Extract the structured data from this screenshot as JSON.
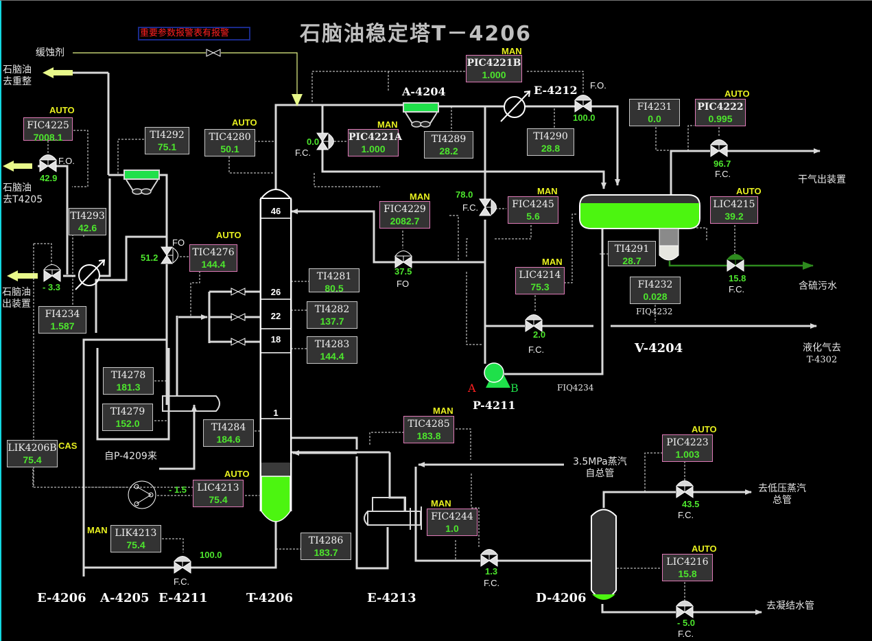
{
  "title": "石脑油稳定塔T－4206",
  "alarm_banner": "重要参数报警表有报警",
  "colors": {
    "background": "#000000",
    "pipe": "#d9d9d9",
    "signal_line": "#e6e6e6",
    "value_green": "#4de62d",
    "mode_yellow": "#e8f020",
    "controller_border": "#e07ab8",
    "indicator_border": "#c8c8c8",
    "liquid_green": "#4cf510",
    "alarm_red": "#ff2020",
    "arrow_yellow": "#e8f88a",
    "sour_water_line": "#2e8b1e",
    "pump_green": "#1fe04a"
  },
  "streams": {
    "inhibitor": "缓蚀剂",
    "naphtha_to_reformer": [
      "石脑油",
      "去重整"
    ],
    "naphtha_to_t4205": [
      "石脑油",
      "去T4205"
    ],
    "naphtha_out": [
      "石脑油",
      "出装置"
    ],
    "dry_gas_out": "干气出装置",
    "sour_water": "含硫污水",
    "lpg_to": [
      "液化气去",
      "T-4302"
    ],
    "from_p4209": "自P-4209来",
    "steam_in": [
      "3.5MPa蒸汽",
      "自总管"
    ],
    "to_lp_steam": [
      "去低压蒸汽",
      "总管"
    ],
    "to_condensate": "去凝结水管"
  },
  "equipment": {
    "e4206": "E-4206",
    "a4205": "A-4205",
    "e4211": "E-4211",
    "t4206": "T-4206",
    "e4213": "E-4213",
    "d4206": "D-4206",
    "v4204": "V-4204",
    "a4204": "A-4204",
    "e4212": "E-4212",
    "p4211": "P-4211",
    "pump_a": "A",
    "pump_b": "B",
    "fiq4234": "FIQ4234",
    "fiq4232": "FIQ4232"
  },
  "trays": [
    "46",
    "26",
    "22",
    "18",
    "1"
  ],
  "column_level_fraction": 0.75,
  "receiver_level_fraction": 0.7,
  "d4206_level_fraction": 0.05,
  "instruments": {
    "FIC4225": {
      "name": "FIC4225",
      "value": "7008.1",
      "mode": "AUTO"
    },
    "TI4292": {
      "name": "TI4292",
      "value": "75.1"
    },
    "TIC4280": {
      "name": "TIC4280",
      "value": "50.1",
      "mode": "AUTO"
    },
    "PIC4221B": {
      "name": "PIC4221B",
      "value": "1.000",
      "mode": "MAN"
    },
    "PIC4221A": {
      "name": "PIC4221A",
      "value": "1.000",
      "mode": "MAN"
    },
    "TI4289": {
      "name": "TI4289",
      "value": "28.2"
    },
    "TI4290": {
      "name": "TI4290",
      "value": "28.8"
    },
    "FI4231": {
      "name": "FI4231",
      "value": "0.0"
    },
    "PIC4222": {
      "name": "PIC4222",
      "value": "0.995",
      "mode": "AUTO"
    },
    "TI4293": {
      "name": "TI4293",
      "value": "42.6"
    },
    "TIC4276": {
      "name": "TIC4276",
      "value": "144.4",
      "mode": "AUTO"
    },
    "FIC4229": {
      "name": "FIC4229",
      "value": "2082.7",
      "mode": "MAN"
    },
    "FIC4245": {
      "name": "FIC4245",
      "value": "5.6",
      "mode": "MAN"
    },
    "LIC4215": {
      "name": "LIC4215",
      "value": "39.2",
      "mode": "AUTO"
    },
    "TI4291": {
      "name": "TI4291",
      "value": "28.7"
    },
    "FI4232": {
      "name": "FI4232",
      "value": "0.028"
    },
    "TI4281": {
      "name": "TI4281",
      "value": "80.5"
    },
    "TI4282": {
      "name": "TI4282",
      "value": "137.7"
    },
    "TI4283": {
      "name": "TI4283",
      "value": "144.4"
    },
    "LIC4214": {
      "name": "LIC4214",
      "value": "75.3",
      "mode": "MAN"
    },
    "FI4234": {
      "name": "FI4234",
      "value": "1.587"
    },
    "TI4278": {
      "name": "TI4278",
      "value": "181.3"
    },
    "TI4279": {
      "name": "TI4279",
      "value": "152.0"
    },
    "TI4284": {
      "name": "TI4284",
      "value": "184.6"
    },
    "TIC4285": {
      "name": "TIC4285",
      "value": "183.8",
      "mode": "MAN"
    },
    "LIK4206B": {
      "name": "LIK4206B",
      "value": "75.4",
      "mode": "CAS"
    },
    "LIC4213": {
      "name": "LIC4213",
      "value": "75.4",
      "mode": "AUTO"
    },
    "LIK4213": {
      "name": "LIK4213",
      "value": "75.4",
      "mode": "MAN"
    },
    "TI4286": {
      "name": "TI4286",
      "value": "183.7"
    },
    "FIC4244": {
      "name": "FIC4244",
      "value": "1.0",
      "mode": "MAN"
    },
    "PIC4223": {
      "name": "PIC4223",
      "value": "1.003",
      "mode": "AUTO"
    },
    "LIC4216": {
      "name": "LIC4216",
      "value": "15.8",
      "mode": "AUTO"
    }
  },
  "valves": {
    "fic4225_valve": {
      "output": "42.9",
      "fail": "F.O."
    },
    "pic4221b_valve": {
      "output": "100.0",
      "fail": "F.O."
    },
    "pic4221a_valve": {
      "output": "0.0",
      "fail": "F.C."
    },
    "pic4222_valve": {
      "output": "96.7",
      "fail": "F.C."
    },
    "naphtha_out_valve": {
      "output": "- 3.3"
    },
    "tic4276_valve": {
      "output": "51.2",
      "fail": "FO"
    },
    "fic4229_valve": {
      "output": "37.5",
      "fail": "FO"
    },
    "fic4245_valve": {
      "output": "78.0",
      "fail": "F.C."
    },
    "lic4215_valve": {
      "output": "15.8",
      "fail": "F.C."
    },
    "lic4214_valve": {
      "output": "2.0",
      "fail": "F.C."
    },
    "lic4213_output": {
      "output": "- 1.5"
    },
    "lik4213_valve": {
      "output": "100.0",
      "fail": "F.C."
    },
    "fic4244_valve": {
      "output": "1.3",
      "fail": "F.C."
    },
    "pic4223_valve": {
      "output": "43.5",
      "fail": "F.C."
    },
    "lic4216_valve": {
      "output": "- 5.0",
      "fail": "F.C."
    }
  }
}
